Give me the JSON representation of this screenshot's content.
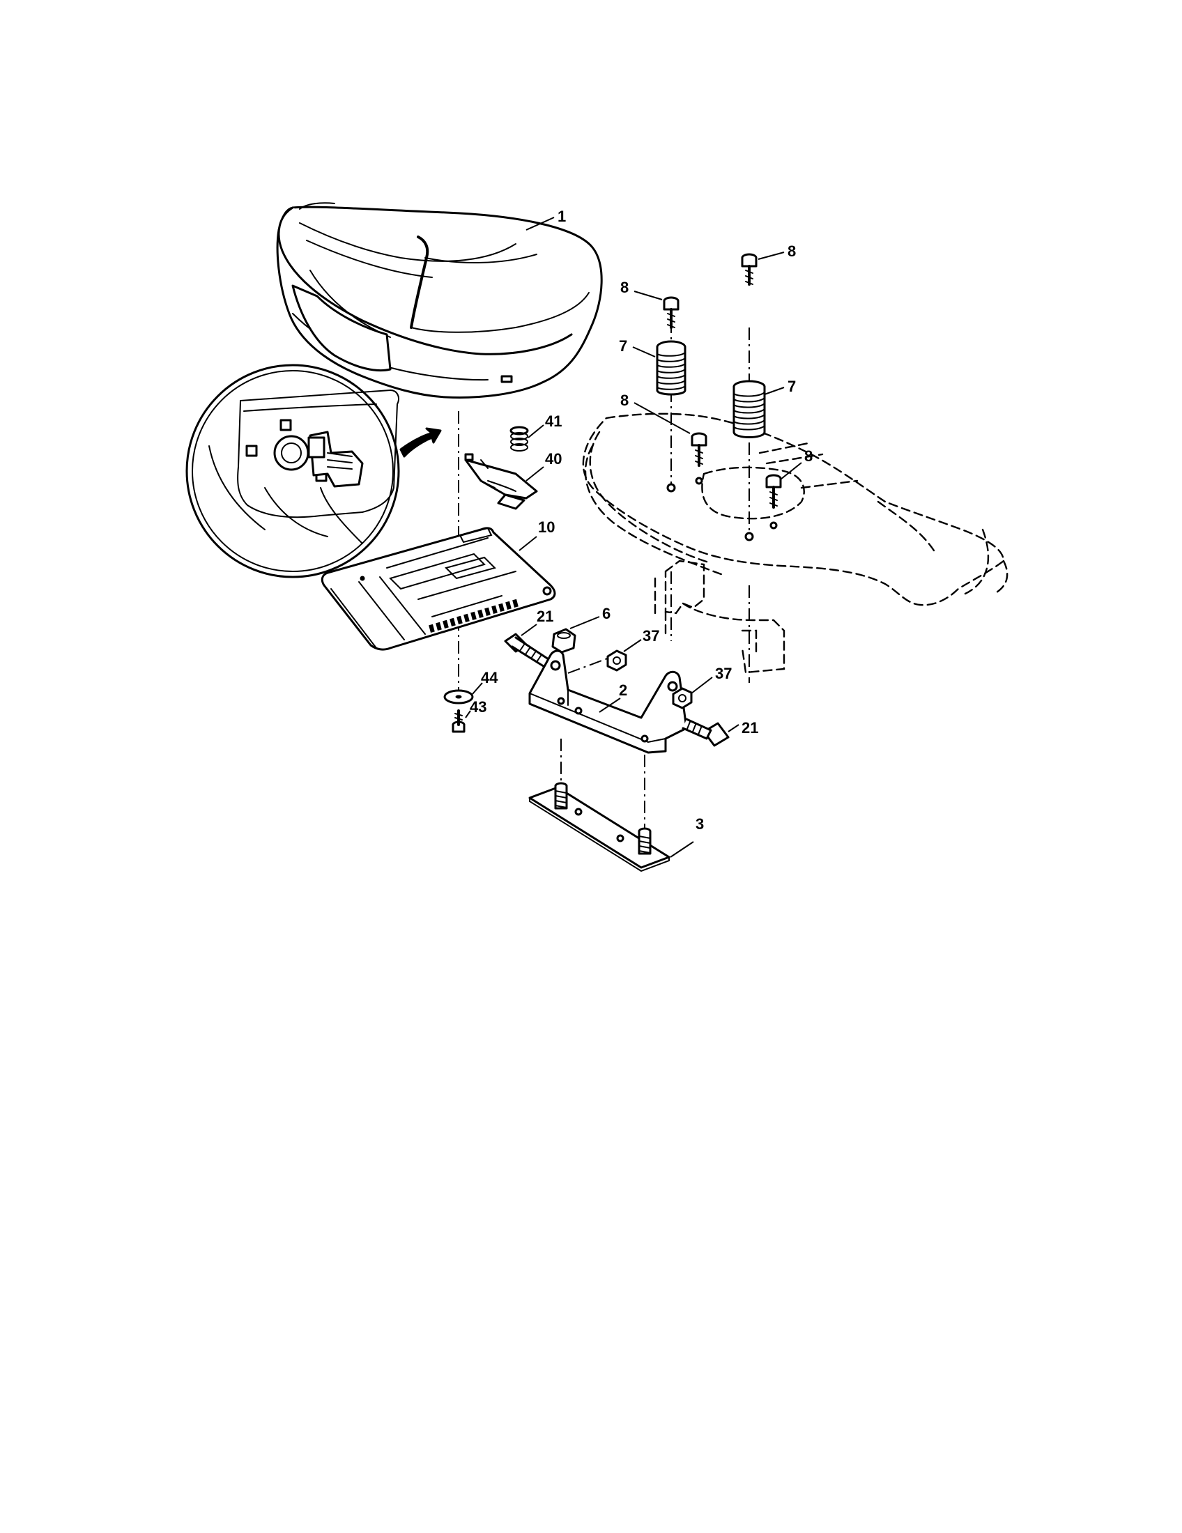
{
  "callouts": [
    {
      "id": "seat",
      "text": "1"
    },
    {
      "id": "bolt-8-a",
      "text": "8"
    },
    {
      "id": "bolt-8-b",
      "text": "8"
    },
    {
      "id": "spring-7-a",
      "text": "7"
    },
    {
      "id": "spring-7-b",
      "text": "7"
    },
    {
      "id": "bolt-8-c",
      "text": "8"
    },
    {
      "id": "bolt-8-d",
      "text": "8"
    },
    {
      "id": "spring-41",
      "text": "41"
    },
    {
      "id": "switch-40",
      "text": "40"
    },
    {
      "id": "pan-10",
      "text": "10"
    },
    {
      "id": "bolt-21-a",
      "text": "21"
    },
    {
      "id": "nut-6",
      "text": "6"
    },
    {
      "id": "nut-37-a",
      "text": "37"
    },
    {
      "id": "nut-37-b",
      "text": "37"
    },
    {
      "id": "washer-44",
      "text": "44"
    },
    {
      "id": "screw-43",
      "text": "43"
    },
    {
      "id": "bracket-2",
      "text": "2"
    },
    {
      "id": "bolt-21-b",
      "text": "21"
    },
    {
      "id": "plate-3",
      "text": "3"
    }
  ]
}
